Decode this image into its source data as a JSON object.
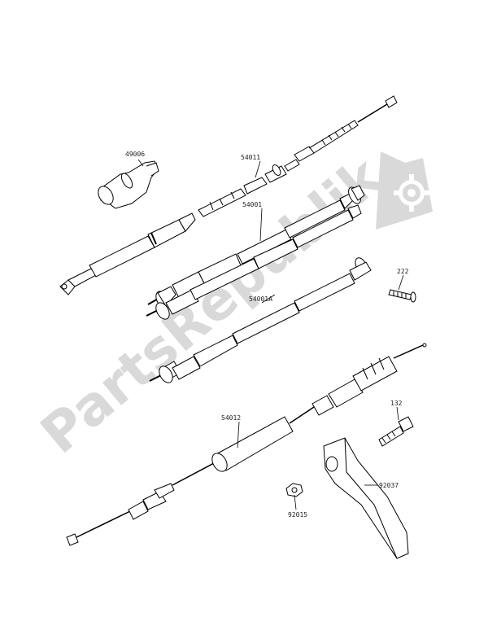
{
  "watermark": {
    "text": "PartsRepublik",
    "color": "#d9d9d9"
  },
  "parts": [
    {
      "number": "49006"
    },
    {
      "number": "54011"
    },
    {
      "number": "54001"
    },
    {
      "number": "54001A"
    },
    {
      "number": "222"
    },
    {
      "number": "54012"
    },
    {
      "number": "132"
    },
    {
      "number": "92037"
    },
    {
      "number": "92015"
    }
  ],
  "colors": {
    "line": "#000000",
    "label": "#222222"
  }
}
